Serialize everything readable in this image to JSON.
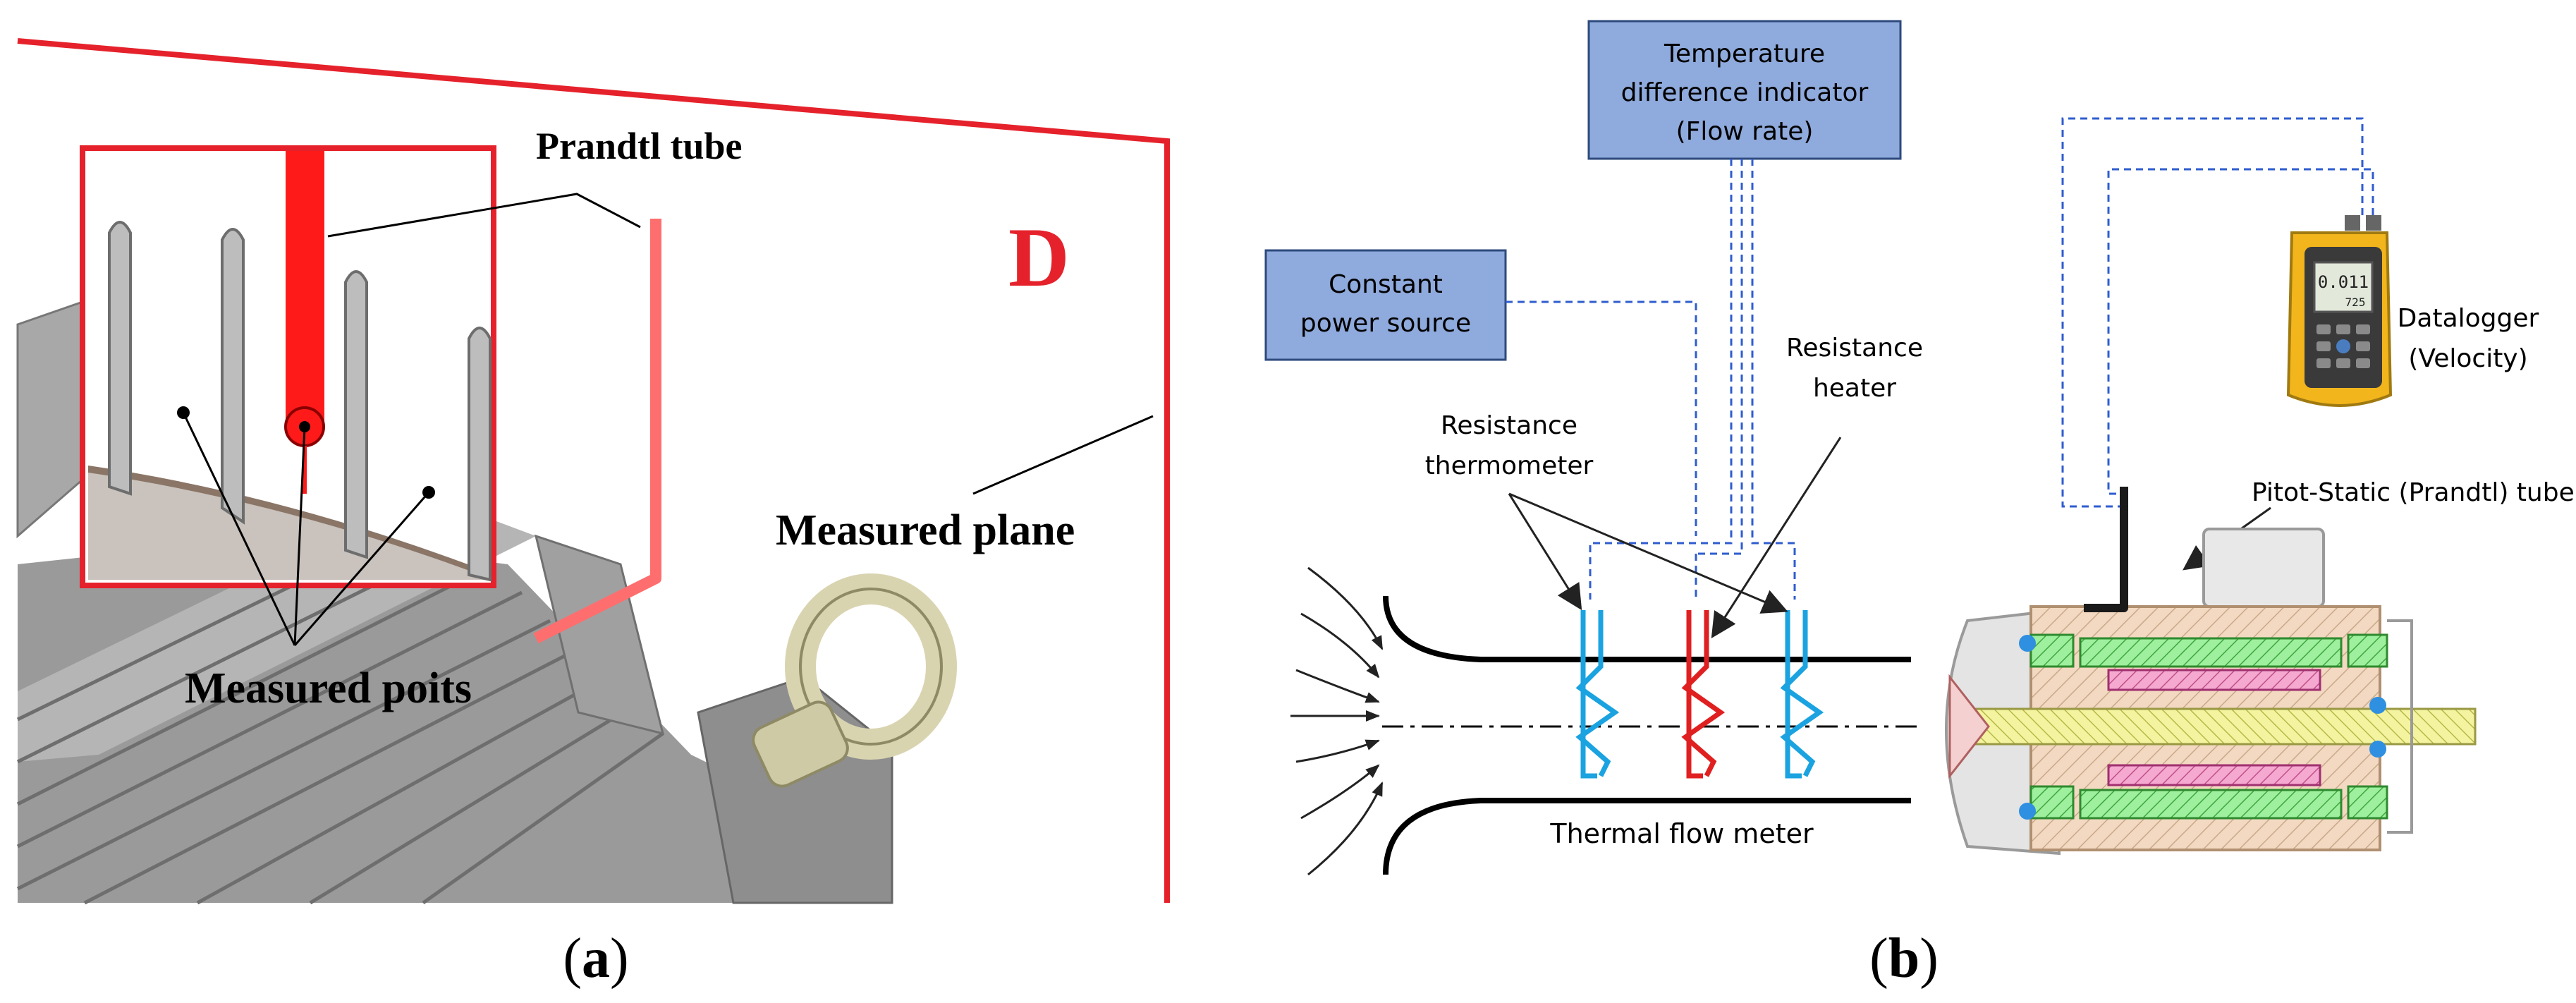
{
  "panel_a": {
    "label_prandtl": "Prandtl tube",
    "label_d": "D",
    "label_plane": "Measured plane",
    "label_points": "Measured poits",
    "caption_open": "(",
    "caption_letter": "a",
    "caption_close": ")",
    "colors": {
      "accent": "#e5222b",
      "tube": "#ff1a1a",
      "body": "#c8c8c8"
    }
  },
  "panel_b": {
    "box_temp_line1": "Temperature",
    "box_temp_line2": "difference indicator",
    "box_temp_line3": "(Flow rate)",
    "box_power_line1": "Constant",
    "box_power_line2": "power source",
    "label_thermometer_1": "Resistance",
    "label_thermometer_2": "thermometer",
    "label_heater_1": "Resistance",
    "label_heater_2": "heater",
    "label_flowmeter": "Thermal flow meter",
    "label_datalogger_1": "Datalogger",
    "label_datalogger_2": "(Velocity)",
    "label_pitot": "Pitot-Static  (Prandtl) tube",
    "meter_reading_1": "0.011",
    "meter_reading_2": "725",
    "caption_open": "(",
    "caption_letter": "b",
    "caption_close": ")",
    "colors": {
      "box": "#8faadc",
      "wire": "#2f5dcf",
      "thermo": "#1aa3e0",
      "heater": "#e02020",
      "meter": "#f2b51c"
    }
  }
}
